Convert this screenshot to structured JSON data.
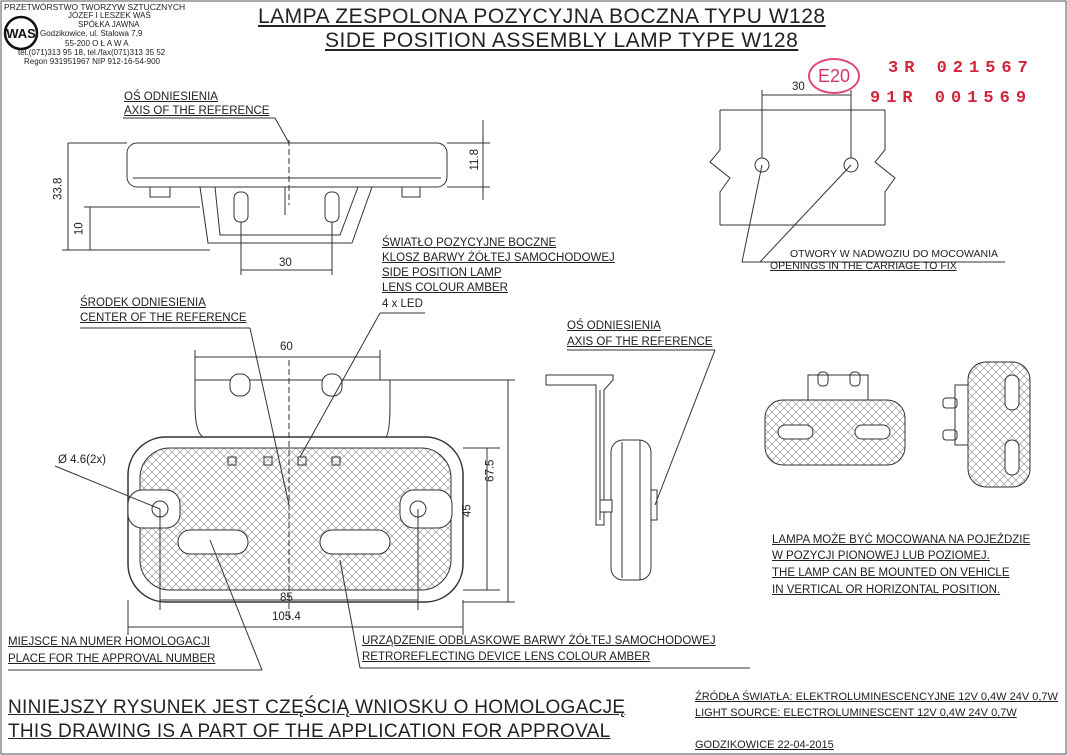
{
  "header": {
    "company": [
      "PRZETWÓRSTWO TWORZYW SZTUCZNYCH",
      "JÓZEF I LESZEK WAŚ",
      "SPÓŁKA JAWNA",
      "Godzikowice, ul. Stalowa 7,9",
      "55-200  O Ł A W A",
      "tel.(071)313 95 18, tel./fax(071)313 35 52",
      "Regon 931951967 NIP 912-16-54-900"
    ],
    "logo": "WAS"
  },
  "title": {
    "line1": "LAMPA ZESPOLONA POZYCYJNA BOCZNA TYPU W128",
    "line2": "SIDE POSITION ASSEMBLY LAMP TYPE W128"
  },
  "approval": {
    "mark": "E20",
    "numbers": [
      "3R  021567",
      "91R  001569"
    ]
  },
  "dimensions": {
    "top_spacing": "30",
    "height_total": "33.8",
    "lamp_depth": "11.8",
    "bracket_height": "10",
    "bracket_spacing": "30",
    "front_spacing": "60",
    "hole_diameter": "Ø 4.6(2x)",
    "lens_height": "45",
    "overall_height": "67.5",
    "reflector_spacing": "85",
    "overall_width": "105.4"
  },
  "labels": {
    "axis_ref_pl": "OŚ ODNIESIENIA",
    "axis_ref_en": "AXIS OF THE REFERENCE",
    "side_lamp": [
      "ŚWIATŁO POZYCYJNE BOCZNE",
      "KLOSZ BARWY ŻÓŁTEJ SAMOCHODOWEJ",
      "SIDE POSITION LAMP",
      "LENS COLOUR AMBER",
      "4 x LED"
    ],
    "center_ref_pl": "ŚRODEK ODNIESIENIA",
    "center_ref_en": "CENTER OF THE REFERENCE",
    "axis_ref2_pl": "OŚ ODNIESIENIA",
    "axis_ref2_en": "AXIS OF THE REFERENCE",
    "openings_pl": "OTWORY W NADWOZIU DO MOCOWANIA",
    "openings_en": "OPENINGS IN THE CARRIAGE TO FIX",
    "mounting": [
      "LAMPA MOŻE BYĆ MOCOWANA NA POJEŹDZIE",
      "W POZYCJI PIONOWEJ LUB POZIOMEJ.",
      "THE LAMP CAN BE MOUNTED ON VEHICLE",
      "IN VERTICAL OR HORIZONTAL POSITION."
    ],
    "approval_place_pl": "MIEJSCE NA NUMER HOMOLOGACJI",
    "approval_place_en": "PLACE FOR THE APPROVAL NUMBER",
    "retro_pl": "URZĄDZENIE ODBLASKOWE BARWY ŻÓŁTEJ SAMOCHODOWEJ",
    "retro_en": "RETROREFLECTING DEVICE LENS COLOUR AMBER"
  },
  "footer": {
    "application_pl": "NINIEJSZY RYSUNEK JEST CZĘŚCIĄ WNIOSKU O  HOMOLOGACJĘ",
    "application_en": "THIS DRAWING IS A PART OF THE APPLICATION FOR  APPROVAL",
    "source_pl": "ŹRÓDŁA ŚWIATŁA: ELEKTROLUMINESCENCYJNE  12V 0,4W  24V  0,7W",
    "source_en": "LIGHT SOURCE: ELECTROLUMINESCENT  12V 0,4W  24V  0,7W",
    "place_date": "GODZIKOWICE   22-04-2015"
  }
}
